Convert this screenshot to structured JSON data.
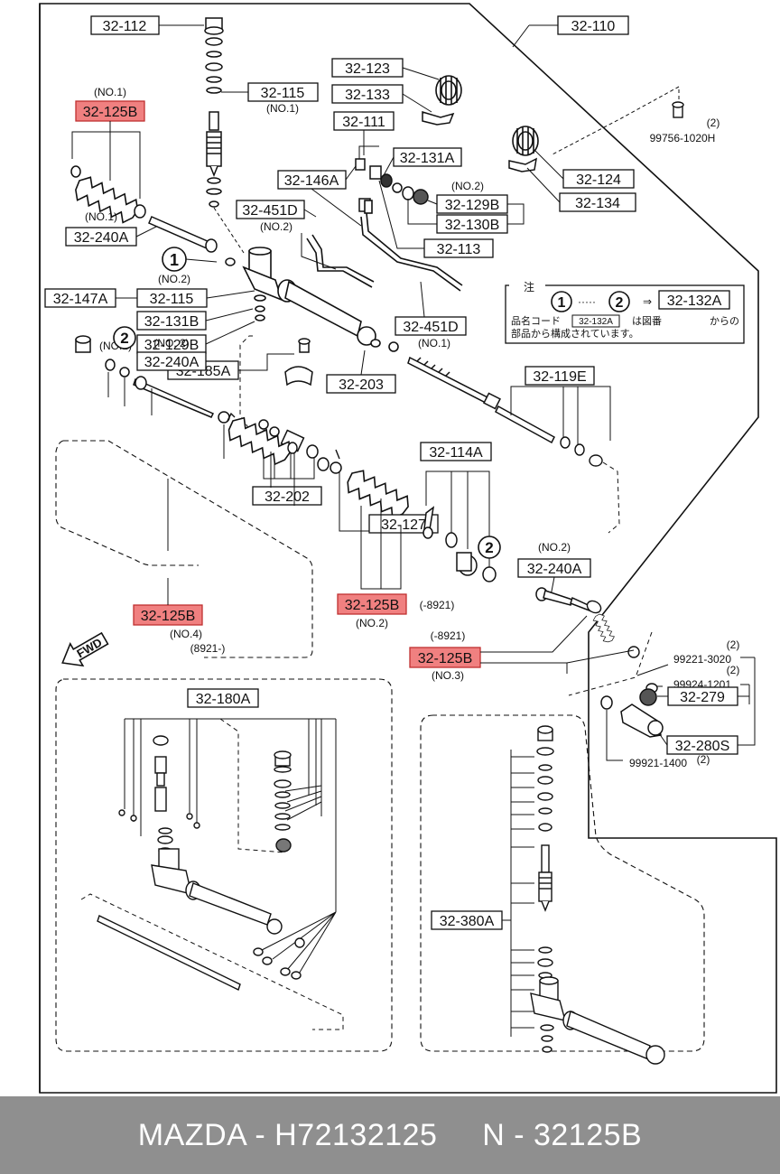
{
  "colors": {
    "highlight": "#f08080",
    "footer_bg": "#8f8f8f"
  },
  "labels": {
    "l_32_112": "32-112",
    "l_32_110": "32-110",
    "l_no1_a": "(NO.1)",
    "l_125b_1": "32-125B",
    "l_32_115_top": "32-115",
    "l_no1_b": "(NO.1)",
    "l_32_123": "32-123",
    "l_32_133": "32-133",
    "l_99756": "99756-1020H",
    "l_2_a": "(2)",
    "l_32_111": "32-111",
    "l_32_131a": "32-131A",
    "l_32_124": "32-124",
    "l_32_146a": "32-146A",
    "l_no2_a": "(NO.2)",
    "l_32_129b_r": "32-129B",
    "l_32_134": "32-134",
    "l_no1_c": "(NO.1)",
    "l_32_451d_a": "32-451D",
    "l_32_130b": "32-130B",
    "l_32_240a_1": "32-240A",
    "l_no2_b": "(NO.2)",
    "l_32_113": "32-113",
    "l_circle1": "1",
    "l_no2_c": "(NO.2)",
    "l_32_147a": "32-147A",
    "l_32_115_mid": "32-115",
    "l_note_head": "注",
    "l_note_c1": "1",
    "l_note_dots": "·····",
    "l_note_c2": "2",
    "l_note_arrow": "⇒",
    "l_32_132a": "32-132A",
    "l_note_line1a": "品名コード",
    "l_note_box": "32-132A",
    "l_note_line1b": "は図番",
    "l_note_line1c": "から",
    "l_note_line1d": "の",
    "l_note_line2": "部品から構成されています。",
    "l_32_131b": "32-131B",
    "l_no1_d": "(NO.1)",
    "l_32_129b_l": "32-129B",
    "l_32_451d_b": "32-451D",
    "l_no1_e": "(NO.1)",
    "l_32_185a": "32-185A",
    "l_32_203": "32-203",
    "l_32_119e": "32-119E",
    "l_32_202": "32-202",
    "l_32_114a": "32-114A",
    "l_circle2_a": "2",
    "l_no2_d": "(NO. 2)",
    "l_32_240a_2": "32-240A",
    "l_circle2_b": "2",
    "l_no2_e": "(NO.2)",
    "l_32_127": "32-127",
    "l_32_240a_3": "32-240A",
    "l_125b_2": "32-125B",
    "l_8921_a": "(-8921)",
    "l_no2_f": "(NO.2)",
    "l_125b_4": "32-125B",
    "l_no4": "(NO.4)",
    "l_8921_b": "(8921-)",
    "l_fwd": "FWD",
    "l_8921_c": "(-8921)",
    "l_125b_3": "32-125B",
    "l_no3": "(NO.3)",
    "l_2_b": "(2)",
    "l_99221": "99221-3020",
    "l_2_c": "(2)",
    "l_99924": "99924-1201",
    "l_32_279": "32-279",
    "l_32_280s": "32-280S",
    "l_99921": "99921-1400",
    "l_2_d": "(2)",
    "l_32_180a": "32-180A",
    "l_32_380a": "32-380A"
  },
  "footer": {
    "text": "MAZDA - H72132125     N - 32125B"
  }
}
